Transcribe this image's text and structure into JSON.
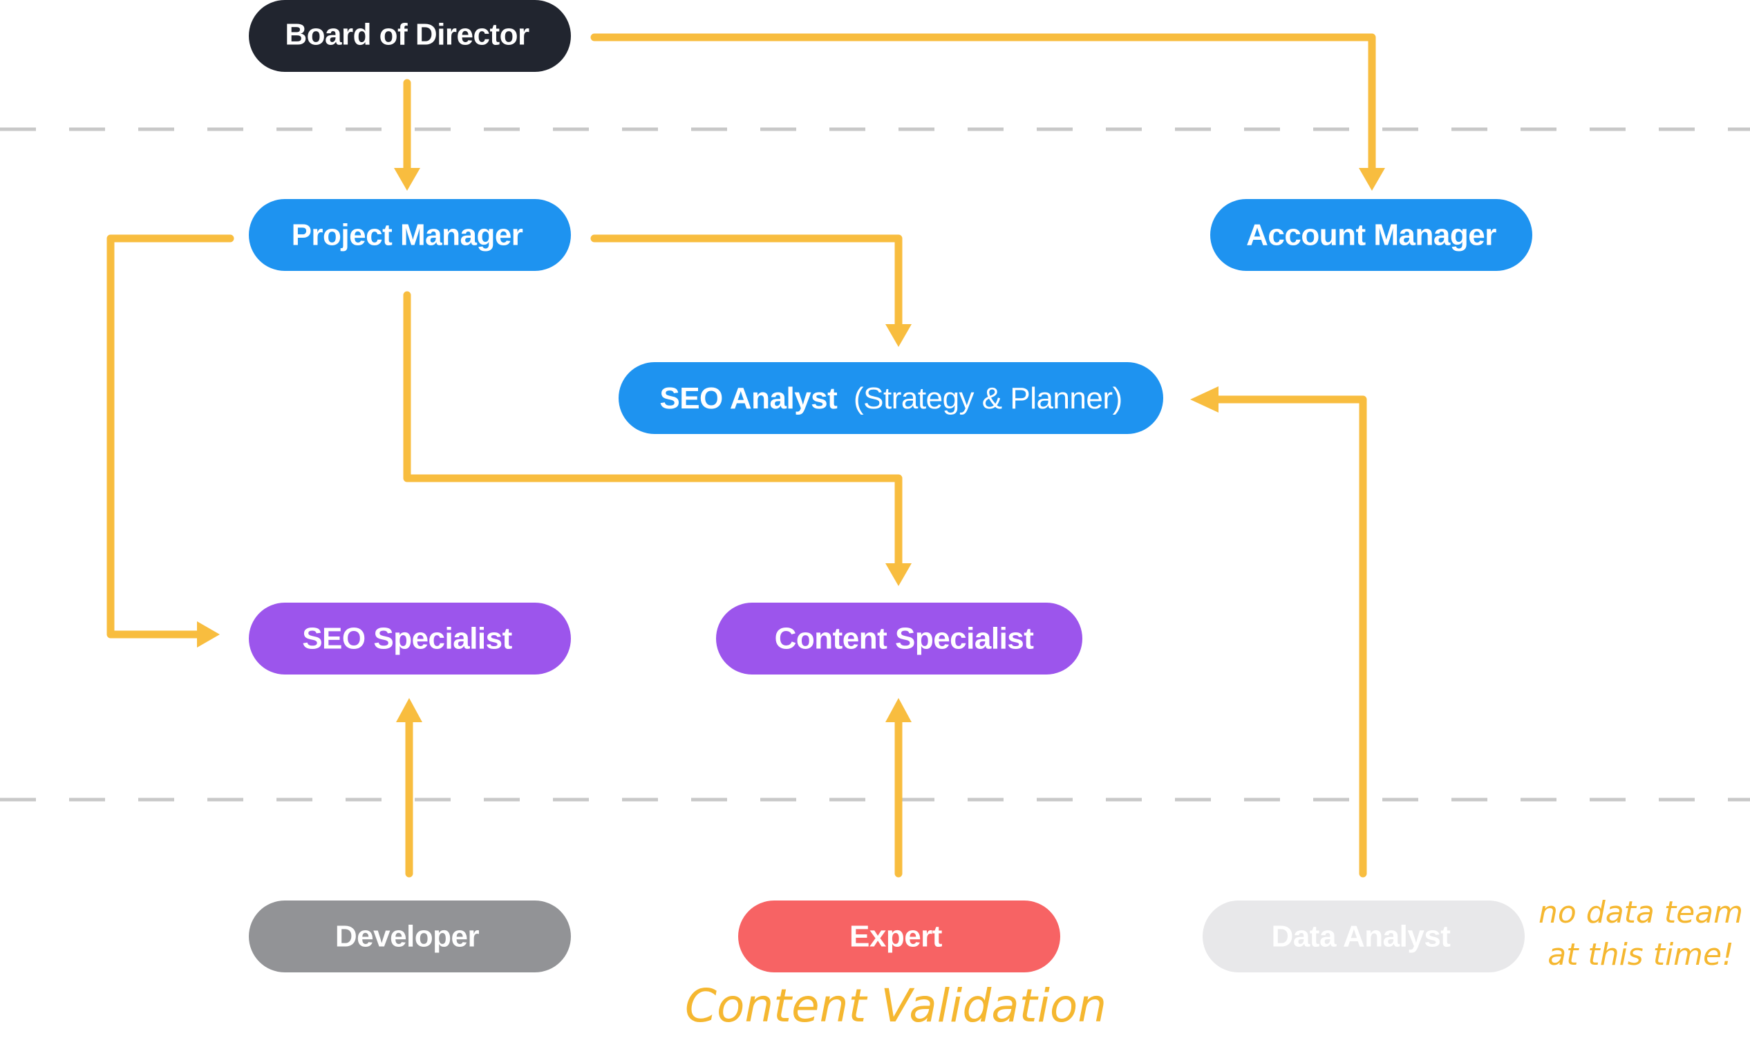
{
  "colors": {
    "arrow": "#f8bd3f",
    "divider": "#c8c8c8",
    "board": "#21252f",
    "manager": "#1e93f0",
    "specialist": "#9c55ec",
    "developer": "#929396",
    "expert": "#f76364",
    "data_analyst": "#e8e8ea",
    "note": "#f5b730"
  },
  "nodes": {
    "board": {
      "label": "Board of Director"
    },
    "project_manager": {
      "label": "Project Manager"
    },
    "account_manager": {
      "label": "Account Manager"
    },
    "seo_analyst": {
      "label": "SEO Analyst",
      "sublabel": "(Strategy & Planner)"
    },
    "seo_specialist": {
      "label": "SEO Specialist"
    },
    "content_specialist": {
      "label": "Content Specialist"
    },
    "developer": {
      "label": "Developer"
    },
    "expert": {
      "label": "Expert"
    },
    "data_analyst": {
      "label": "Data Analyst"
    }
  },
  "notes": {
    "content_validation": "Content Validation",
    "no_data_team_line1": "no data team",
    "no_data_team_line2": "at this time!"
  }
}
